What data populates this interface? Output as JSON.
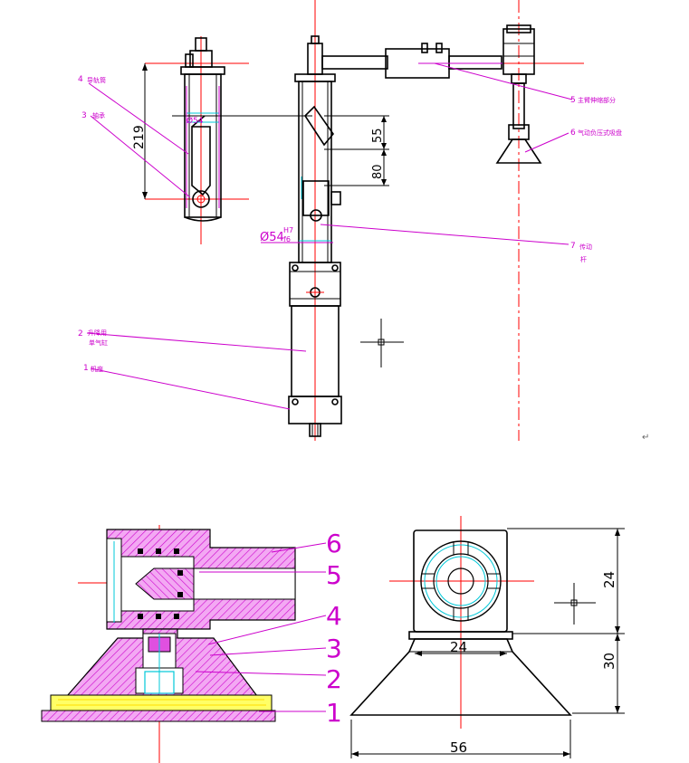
{
  "top_drawing": {
    "dimensions": {
      "height_219": "219",
      "d_55": "55",
      "d_80": "80",
      "fit_main": "Ø54",
      "fit_upper": "H7",
      "fit_lower": "f6",
      "small_dim": "Ø54"
    },
    "callouts": [
      {
        "num": "4",
        "text": "导轨筒"
      },
      {
        "num": "3",
        "text": "轴承"
      },
      {
        "num": "5",
        "text": "主臂伸缩部分"
      },
      {
        "num": "6",
        "text": "气动负压式吸盘"
      },
      {
        "num": "7",
        "text": "传动",
        "text2": "杆"
      },
      {
        "num": "2",
        "text": "升降用",
        "text2": "单气缸"
      },
      {
        "num": "1",
        "text": "机座"
      }
    ]
  },
  "bottom_left": {
    "part_numbers": [
      "6",
      "5",
      "4",
      "3",
      "2",
      "1"
    ]
  },
  "bottom_right": {
    "dimensions": {
      "d_24_vert": "24",
      "d_24_horiz": "24",
      "d_30": "30",
      "d_56": "56"
    }
  },
  "colors": {
    "outline": "#000000",
    "center_line": "#ff0000",
    "hatch": "#cc00cc",
    "accent": "#00c8d8",
    "seal": "#ffff00"
  }
}
